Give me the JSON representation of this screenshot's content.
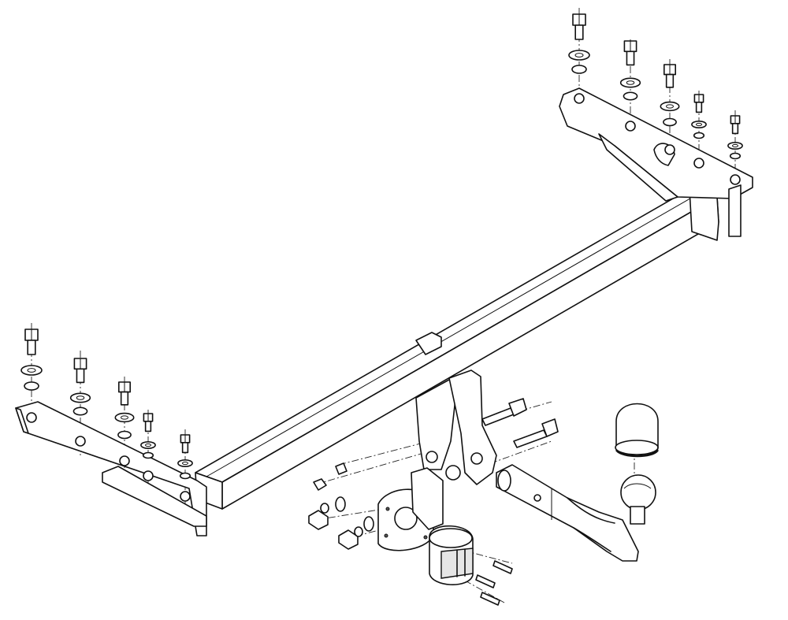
{
  "drawing": {
    "kind": "exploded-view",
    "subject": "tow-bar",
    "line_color": "#111111",
    "background": "#ffffff",
    "components": [
      "crossbar",
      "left-mounting-bracket",
      "right-mounting-bracket",
      "tow-ball-neck",
      "tow-ball",
      "tow-ball-cover",
      "electrical-socket",
      "socket-plate",
      "hex-bolts",
      "washers",
      "nuts"
    ]
  }
}
